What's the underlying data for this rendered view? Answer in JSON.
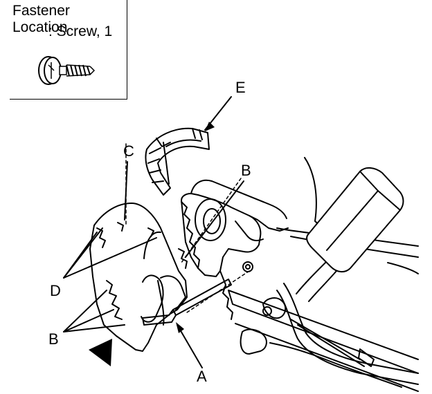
{
  "legend": {
    "title": "Fastener Location",
    "subtitle": ": Screw, 1"
  },
  "callouts": {
    "a": "A",
    "b_upper": "B",
    "b_lower": "B",
    "c": "C",
    "d": "D",
    "e": "E"
  },
  "colors": {
    "ink": "#000000",
    "paper": "#ffffff"
  },
  "icons": {
    "fastener": "screw-icon",
    "direction": "triangle-arrow-icon"
  }
}
